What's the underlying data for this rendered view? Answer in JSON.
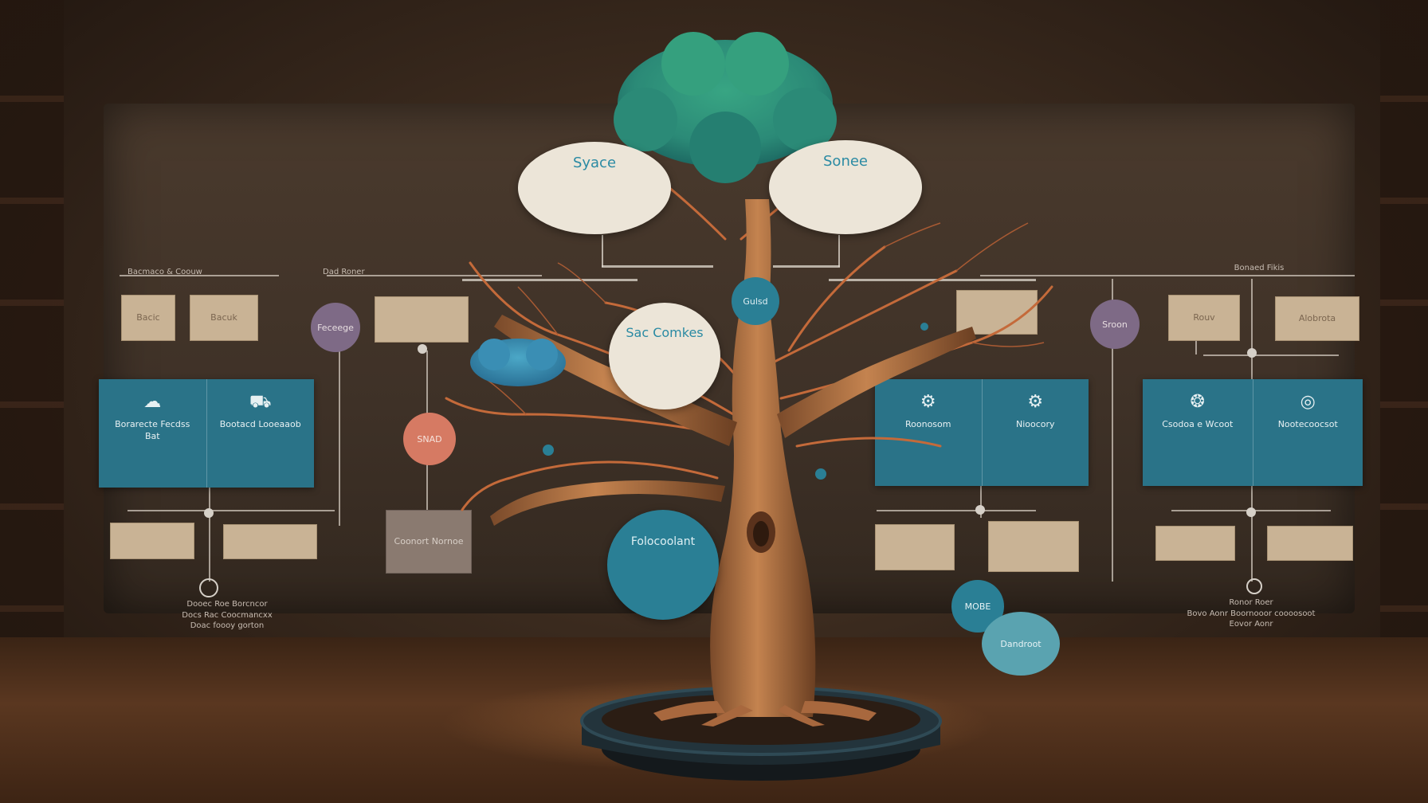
{
  "bubbles": {
    "left": {
      "title": "Syace",
      "body": ""
    },
    "right": {
      "title": "Sonee",
      "body": ""
    },
    "center": {
      "title": "Sac Comkes",
      "body": ""
    },
    "bottom": {
      "title": "Folocoolant",
      "body": ""
    }
  },
  "dots": {
    "trunk_top": "Gulsd",
    "left_purple": "Feceege",
    "left_orange": "SNAD",
    "right_purple": "Sroon",
    "mobe": "MOBE",
    "dandrout": "Dandroot"
  },
  "labels": {
    "top_left": "Bacmaco & Coouw",
    "top_left_2": "Dad Roner",
    "top_right": "Bonaed Fikis"
  },
  "panels": {
    "left": [
      {
        "title": "Borarecte Fecdss Bat",
        "icon": "cloud-icon"
      },
      {
        "title": "Bootacd Looeaaob",
        "icon": "truck-icon"
      }
    ],
    "mid_right": [
      {
        "title": "Roonosom",
        "icon": "gear-icon"
      },
      {
        "title": "Nioocory",
        "icon": "gear-icon"
      }
    ],
    "far_right": [
      {
        "title": "Csodoa e Wcoot",
        "icon": "brain-icon"
      },
      {
        "title": "Nootecoocsot",
        "icon": "globe-icon"
      }
    ]
  },
  "tags": {
    "l1": "Bacic",
    "l2": "Bacuk",
    "l3": "",
    "l4": "",
    "l5": "",
    "l6": "Coonort Nornoe",
    "r1": "Rouv",
    "r2": "Alobrota",
    "r3": "",
    "r4": "",
    "r5": "",
    "r6": "",
    "r7": ""
  },
  "footnotes": {
    "left": "Dooec Roe Borcncor\nDocs Rac Coocmancxx\nDoac foooy gorton",
    "right": "Ronor Roer\nBovo Aonr Boornooor coooosoot\nEovor Aonr"
  },
  "colors": {
    "panel": "#2a7388",
    "teal_dot": "#2a7f95",
    "purple_dot": "#7e6a86",
    "orange_dot": "#d67a63",
    "bubble": "#ece5d8",
    "trunk": "#b9774a",
    "foliage": "#2c8f7c",
    "pot": "#1d2a30"
  }
}
